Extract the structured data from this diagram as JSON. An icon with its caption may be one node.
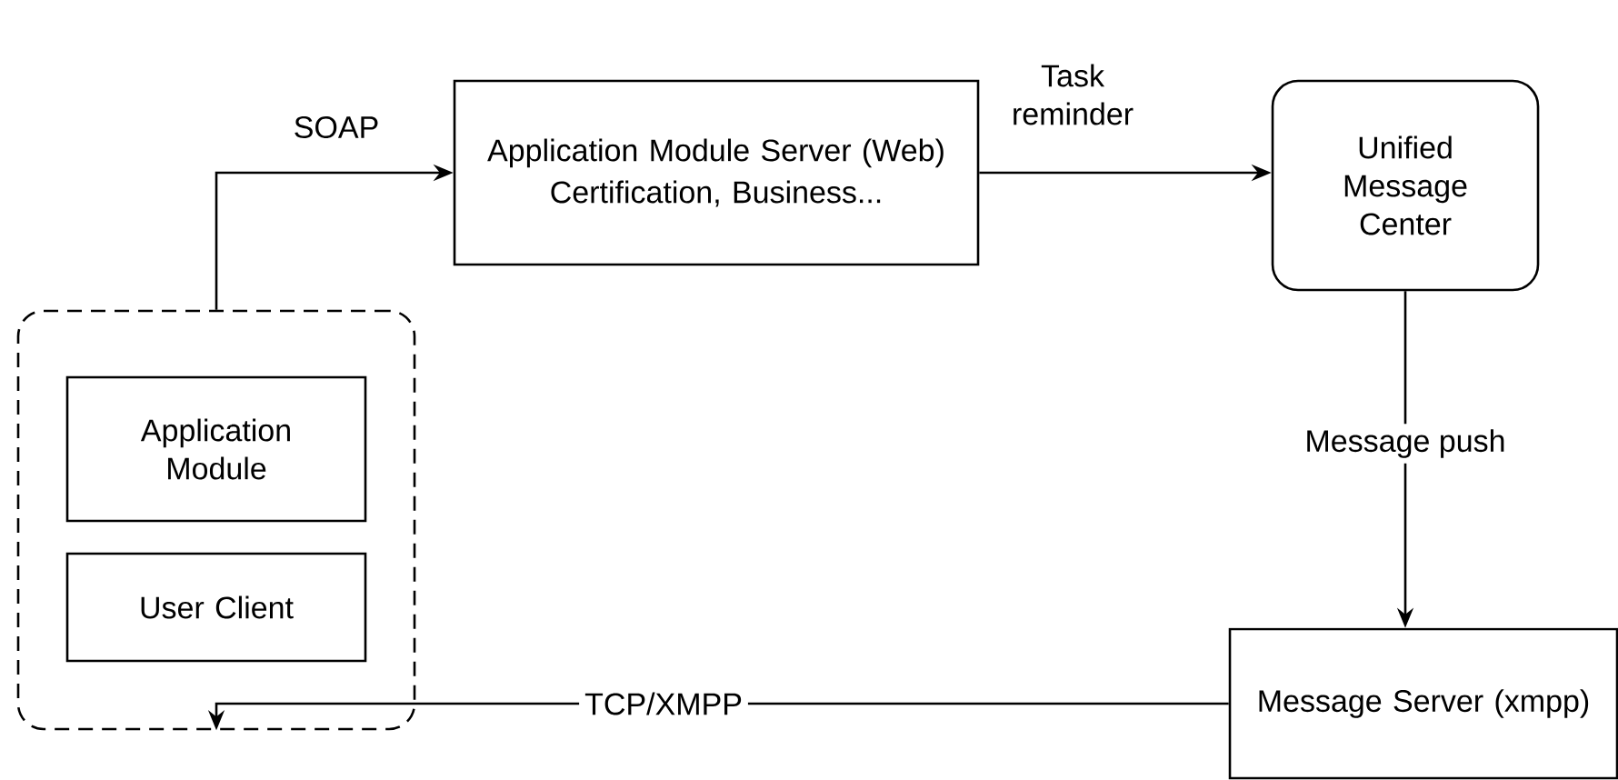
{
  "diagram": {
    "nodes": [
      {
        "text": [],
        "shape": "box"
      },
      {
        "text": [
          "Application Module"
        ],
        "in": 0
      },
      {
        "text": [
          "User Client"
        ],
        "in": 0
      },
      {
        "text": [
          "Application Module Server (Web)",
          "Certification, Business..."
        ]
      },
      {
        "text": [
          "Unified Message Center"
        ]
      },
      {
        "text": [
          "Message Server (xmpp)"
        ]
      }
    ],
    "edges": [
      {
        "from": 0,
        "to": 3,
        "arrow": "to",
        "label": "SOAP"
      },
      {
        "from": 3,
        "to": 4,
        "arrow": "to",
        "label": "Task reminder"
      },
      {
        "from": 4,
        "to": 5,
        "arrow": "to",
        "label": "Message push"
      },
      {
        "from": 5,
        "to": 0,
        "arrow": "to",
        "label": "TCP/XMPP"
      }
    ]
  }
}
